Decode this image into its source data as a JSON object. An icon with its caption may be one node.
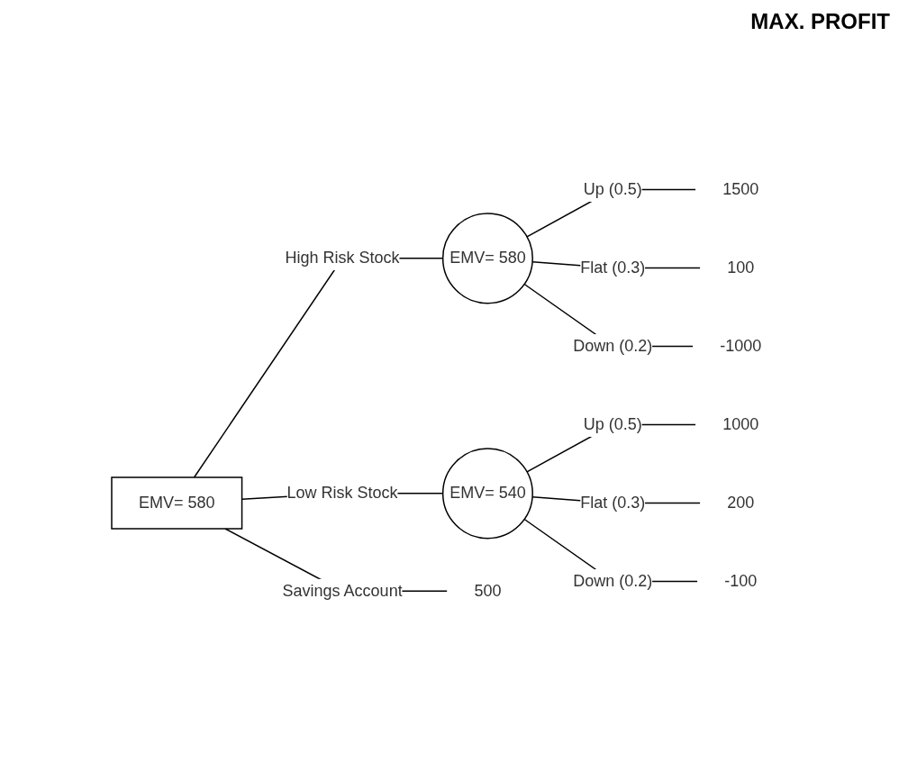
{
  "diagram": {
    "nodes": [
      {
        "text": [
          "EMV= 580"
        ]
      },
      {
        "text": [
          "EMV= 580"
        ]
      },
      {
        "text": [
          "EMV= 540"
        ]
      },
      {
        "text": [
          "1500"
        ]
      },
      {
        "text": [
          "100"
        ]
      },
      {
        "text": [
          "-1000"
        ]
      },
      {
        "text": [
          "1000"
        ]
      },
      {
        "text": [
          "200"
        ]
      },
      {
        "text": [
          "-100"
        ]
      },
      {
        "text": [
          "500"
        ]
      }
    ],
    "edges": [
      {
        "from": 0,
        "to": 1,
        "arrow": "none",
        "label": "High Risk Stock"
      },
      {
        "from": 0,
        "to": 2,
        "arrow": "none",
        "label": "Low Risk Stock"
      },
      {
        "from": 0,
        "to": 9,
        "arrow": "none",
        "label": "Savings Account"
      },
      {
        "from": 1,
        "to": 3,
        "arrow": "none",
        "label": "Up (0.5)"
      },
      {
        "from": 1,
        "to": 4,
        "arrow": "none",
        "label": "Flat (0.3)"
      },
      {
        "from": 1,
        "to": 5,
        "arrow": "none",
        "label": "Down (0.2)"
      },
      {
        "from": 2,
        "to": 6,
        "arrow": "none",
        "label": "Up (0.5)"
      },
      {
        "from": 2,
        "to": 7,
        "arrow": "none",
        "label": "Flat (0.3)"
      },
      {
        "from": 2,
        "to": 8,
        "arrow": "none",
        "label": "Down (0.2)"
      }
    ],
    "labels": [
      "MAX. PROFIT"
    ]
  }
}
